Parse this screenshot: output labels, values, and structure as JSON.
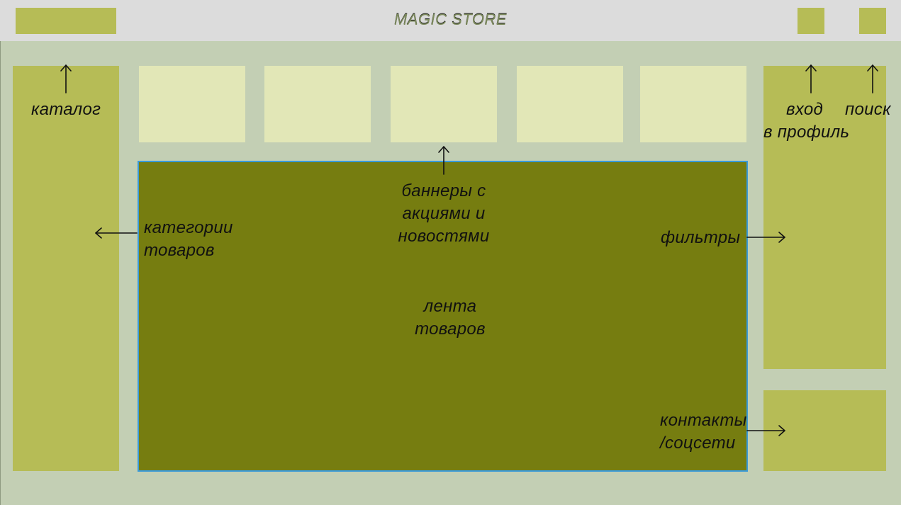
{
  "header": {
    "title": "MAGIC STORE",
    "color": "#dcdcdc"
  },
  "colors": {
    "background": "#c3cfb4",
    "panel": "#b6bc56",
    "banner": "#e2e7b7",
    "feed": "#767d10",
    "feed_border": "#3a9ad8"
  },
  "labels": {
    "catalog": "каталог",
    "login": "вход",
    "profile": "в профиль",
    "search": "поиск",
    "banners": "баннеры с\nакциями и\nновостями",
    "categories": "категории\nтоваров",
    "filters": "фильтры",
    "feed": "лента\nтоваров",
    "contacts": "контакты\n/соцсети"
  }
}
